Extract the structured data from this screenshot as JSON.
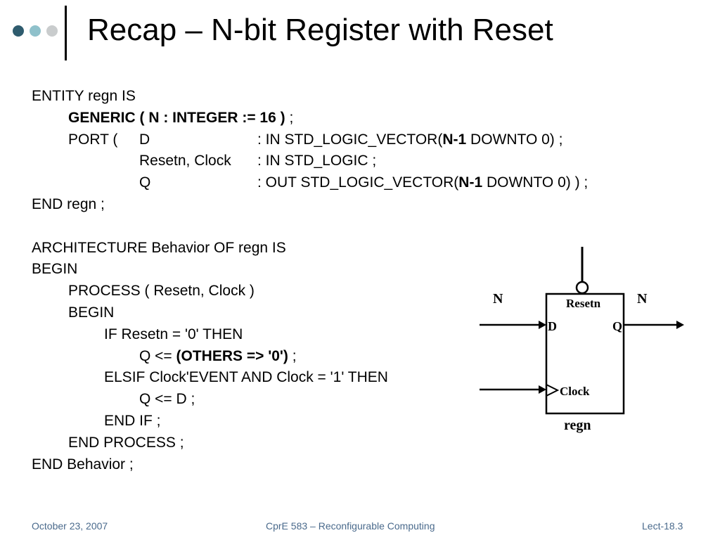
{
  "slide": {
    "title": "Recap – N-bit Register with Reset",
    "colors": {
      "dot1": "#2f5c6e",
      "dot2": "#8fc1cb",
      "dot3": "#c9cccd",
      "footer": "#4a6a8c"
    },
    "code": {
      "l1": "ENTITY regn IS",
      "l2": "GENERIC ( N : INTEGER := 16 )",
      "l2_tail": " ;",
      "l3_kw": "PORT (",
      "l3_name": "D",
      "l3_type_a": ": IN STD_LOGIC_VECTOR(",
      "l3_bold": "N-1",
      "l3_type_b": " DOWNTO 0) ;",
      "l4_name": "Resetn, Clock",
      "l4_type": ": IN STD_LOGIC ;",
      "l5_name": "Q",
      "l5_type_a": ": OUT STD_LOGIC_VECTOR(",
      "l5_bold": "N-1",
      "l5_type_b": " DOWNTO 0) ) ;",
      "l6": "END regn ;",
      "l8": "ARCHITECTURE Behavior OF regn IS",
      "l9": "BEGIN",
      "l10": "PROCESS ( Resetn, Clock )",
      "l11": "BEGIN",
      "l12": "IF Resetn = '0' THEN",
      "l13_a": "Q <= ",
      "l13_bold": "(OTHERS => '0')",
      "l13_b": " ;",
      "l14": "ELSIF Clock'EVENT AND Clock = '1' THEN",
      "l15": "Q <= D ;",
      "l16": "END IF ;",
      "l17": "END PROCESS ;",
      "l18": "END Behavior ;"
    },
    "diagram": {
      "label_n_left": "N",
      "label_n_right": "N",
      "label_resetn": "Resetn",
      "label_d": "D",
      "label_q": "Q",
      "label_clock": "Clock",
      "label_name": "regn"
    },
    "footer": {
      "date": "October 23, 2007",
      "course": "CprE 583 – Reconfigurable Computing",
      "page": "Lect-18.3"
    }
  }
}
